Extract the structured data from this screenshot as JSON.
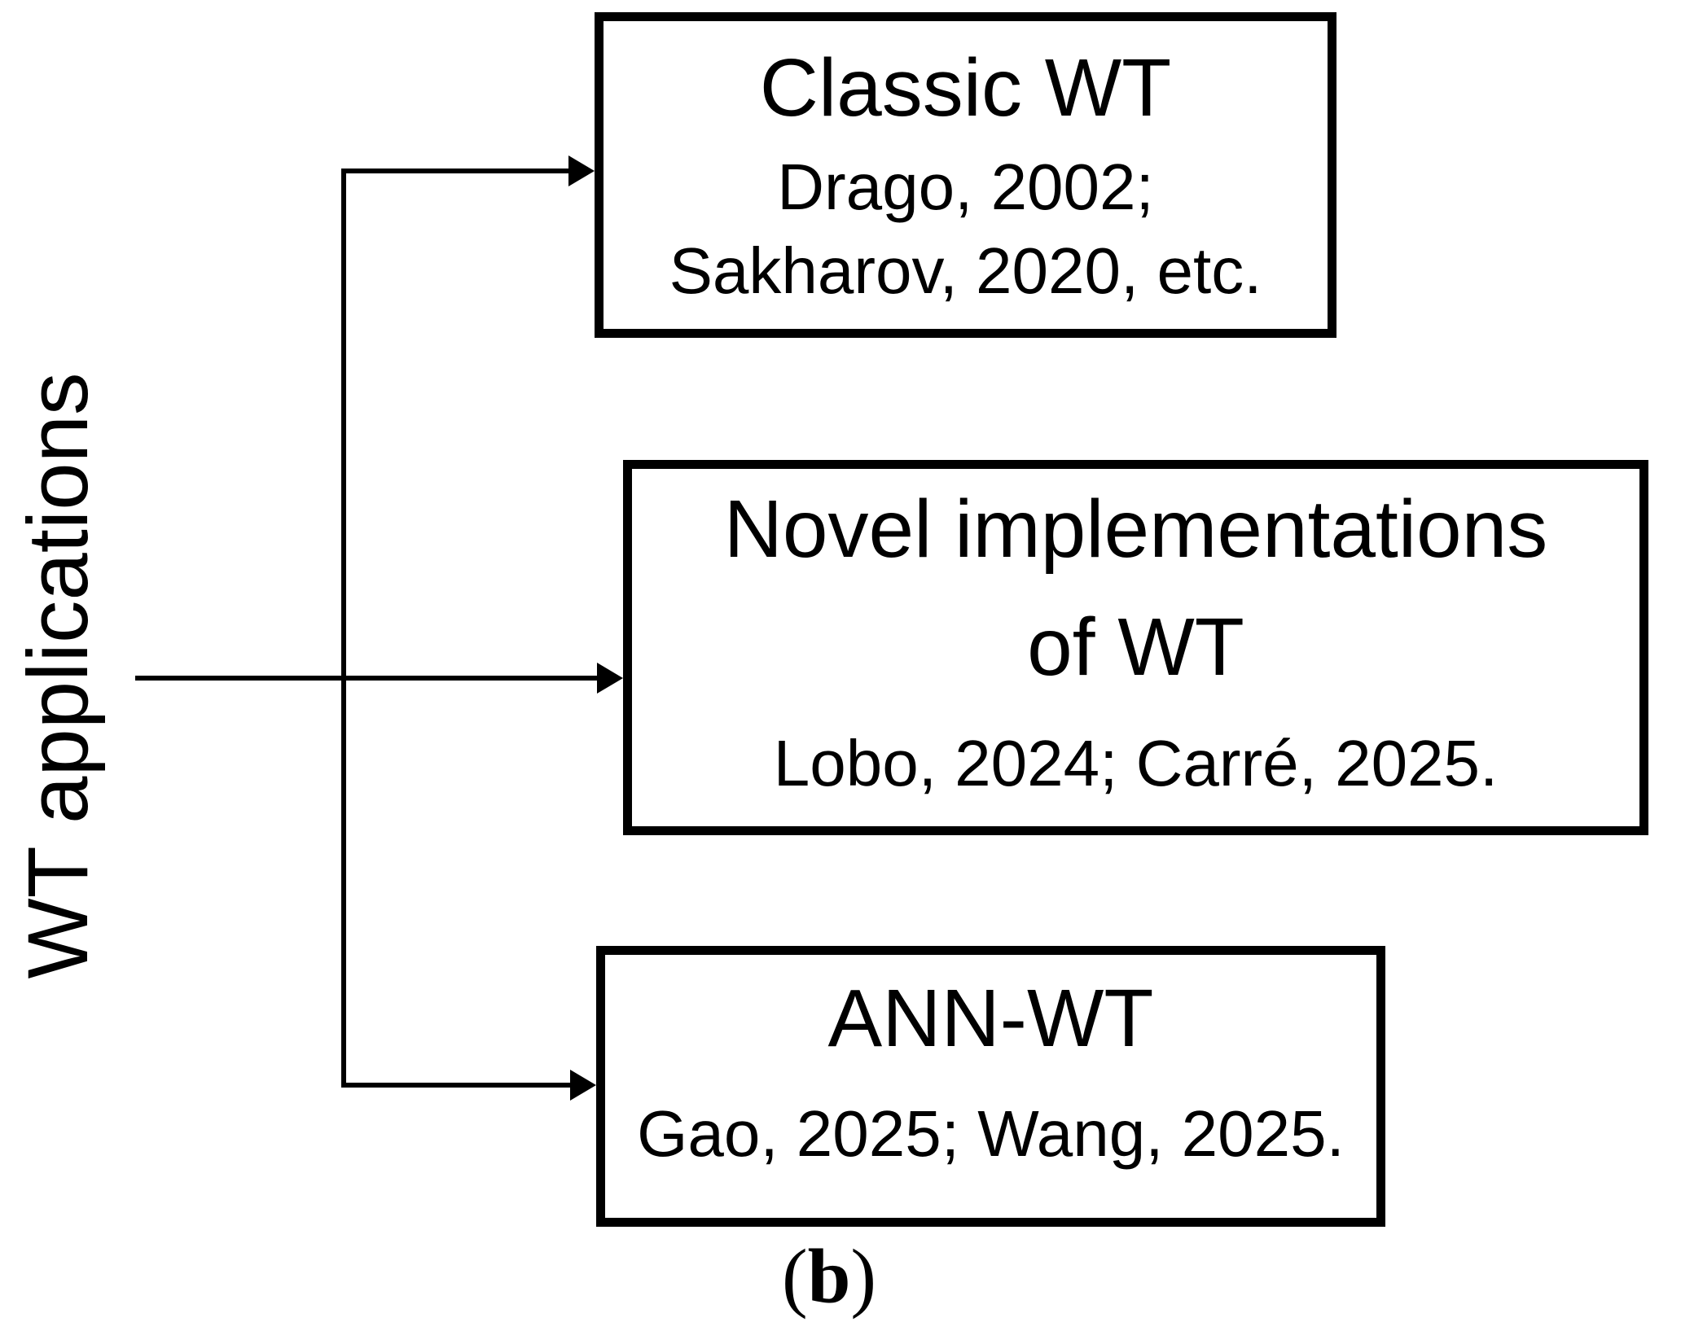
{
  "colors": {
    "ink": "#000000",
    "background": "#ffffff"
  },
  "diagram": {
    "root_label": "WT applications",
    "boxes": [
      {
        "name": "classic-wt",
        "title_lines": [
          "Classic WT"
        ],
        "citation_lines": [
          "Drago, 2002;",
          "Sakharov, 2020, etc."
        ]
      },
      {
        "name": "novel-implementations-of-wt",
        "title_lines": [
          "Novel implementations",
          "of WT"
        ],
        "citation_lines": [
          "Lobo, 2024; Carré, 2025."
        ]
      },
      {
        "name": "ann-wt",
        "title_lines": [
          "ANN-WT"
        ],
        "citation_lines": [
          "Gao, 2025; Wang, 2025."
        ]
      }
    ],
    "caption": {
      "open": "(",
      "letter": "b",
      "close": ")"
    }
  }
}
